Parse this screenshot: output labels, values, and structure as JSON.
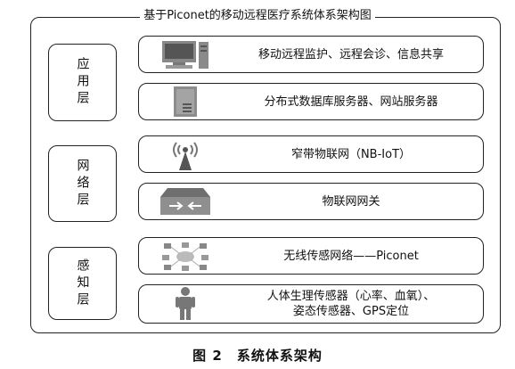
{
  "title": "基于Piconet的移动远程医疗系统体系架构图",
  "layers": [
    {
      "label": "应用层",
      "items": [
        {
          "icon": "computer-icon",
          "lines": [
            "移动远程监护、远程会诊、信息共享"
          ]
        },
        {
          "icon": "server-icon",
          "lines": [
            "分布式数据库服务器、网站服务器"
          ]
        }
      ]
    },
    {
      "label": "网络层",
      "items": [
        {
          "icon": "antenna-tower-icon",
          "lines": [
            "窄带物联网（NB-IoT）"
          ]
        },
        {
          "icon": "gateway-icon",
          "lines": [
            "物联网网关"
          ]
        }
      ]
    },
    {
      "label": "感知层",
      "items": [
        {
          "icon": "piconet-icon",
          "lines": [
            "无线传感网络——Piconet"
          ]
        },
        {
          "icon": "person-icon",
          "lines": [
            "人体生理传感器（心率、血氧）、",
            "姿态传感器、GPS定位"
          ]
        }
      ]
    }
  ],
  "caption": "图 2　系统体系架构"
}
